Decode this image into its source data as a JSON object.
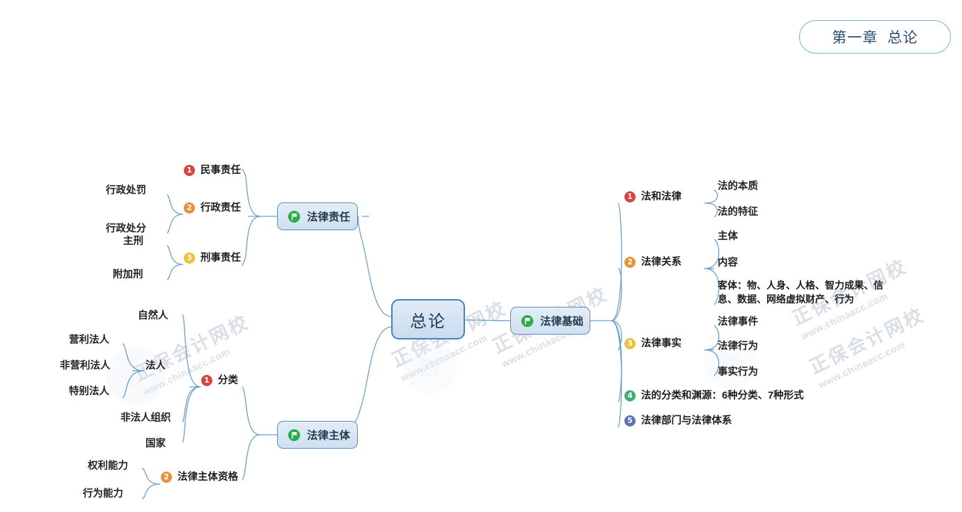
{
  "header": {
    "chapter_label": "第一章  总论"
  },
  "colors": {
    "branch_line": "#6f9fc6",
    "underline": "#5b87b5",
    "node_border": "#5a8cbe",
    "node_fill": "#d9e7f4",
    "center_text": "#1d3752",
    "badge_1": "#d9423f",
    "badge_2": "#e8913a",
    "badge_3": "#ecc13b",
    "badge_4": "#3fae70",
    "badge_5": "#5b72b8",
    "flag_icon": "#2eab4f",
    "chapter_border": "#6fb4d8",
    "chapter_text": "#2b4f74"
  },
  "center": {
    "label": "总论"
  },
  "branches": {
    "legal_responsibility": {
      "label": "法律责任",
      "icon": "green-flag-icon",
      "children": [
        {
          "index": "1",
          "badge_color": "#d9423f",
          "label": "民事责任",
          "children": []
        },
        {
          "index": "2",
          "badge_color": "#e8913a",
          "label": "行政责任",
          "children": [
            {
              "label": "行政处罚"
            },
            {
              "label": "行政处分"
            }
          ]
        },
        {
          "index": "3",
          "badge_color": "#ecc13b",
          "label": "刑事责任",
          "children": [
            {
              "label": "主刑"
            },
            {
              "label": "附加刑"
            }
          ]
        }
      ]
    },
    "legal_subject": {
      "label": "法律主体",
      "icon": "green-flag-icon",
      "children": [
        {
          "index": "1",
          "badge_color": "#d9423f",
          "label": "分类",
          "children": [
            {
              "label": "自然人",
              "children": []
            },
            {
              "label": "法人",
              "children": [
                {
                  "label": "营利法人"
                },
                {
                  "label": "非营利法人"
                },
                {
                  "label": "特别法人"
                }
              ]
            },
            {
              "label": "非法人组织",
              "children": []
            },
            {
              "label": "国家",
              "children": []
            }
          ]
        },
        {
          "index": "2",
          "badge_color": "#e8913a",
          "label": "法律主体资格",
          "children": [
            {
              "label": "权利能力"
            },
            {
              "label": "行为能力"
            }
          ]
        }
      ]
    },
    "legal_basis": {
      "label": "法律基础",
      "icon": "green-flag-icon",
      "children": [
        {
          "index": "1",
          "badge_color": "#d9423f",
          "label": "法和法律",
          "children": [
            {
              "label": "法的本质"
            },
            {
              "label": "法的特征"
            }
          ]
        },
        {
          "index": "2",
          "badge_color": "#e8913a",
          "label": "法律关系",
          "children": [
            {
              "label": "主体"
            },
            {
              "label": "内容"
            },
            {
              "label": "客体：物、人身、人格、智力成果、信息、数据、网络虚拟财产、行为"
            }
          ]
        },
        {
          "index": "3",
          "badge_color": "#ecc13b",
          "label": "法律事实",
          "children": [
            {
              "label": "法律事件"
            },
            {
              "label": "法律行为"
            },
            {
              "label": "事实行为"
            }
          ]
        },
        {
          "index": "4",
          "badge_color": "#3fae70",
          "label": "法的分类和渊源：6种分类、7种形式",
          "children": []
        },
        {
          "index": "5",
          "badge_color": "#5b72b8",
          "label": "法律部门与法律体系",
          "children": []
        }
      ]
    }
  },
  "watermarks": {
    "line1": "正保会计网校",
    "line2": "www.chinaacc.com"
  }
}
